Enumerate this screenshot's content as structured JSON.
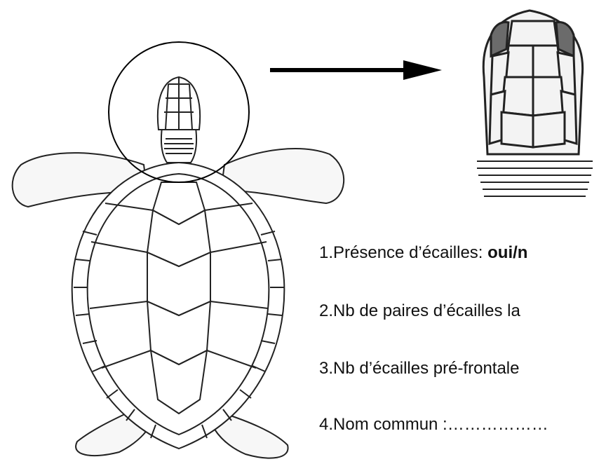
{
  "questions": [
    {
      "number": "1.",
      "text": "Présence d’écailles: ",
      "bold": "oui/n"
    },
    {
      "number": "2.",
      "text": "Nb de paires d’écailles la",
      "bold": ""
    },
    {
      "number": "3.",
      "text": "Nb d’écailles pré-frontale",
      "bold": ""
    },
    {
      "number": "4.",
      "text": "Nom commun :………………",
      "bold": ""
    }
  ],
  "colors": {
    "ink": "#222222",
    "scale_fill": "#f3f3f3",
    "dark_patch": "#6b6b6b"
  }
}
